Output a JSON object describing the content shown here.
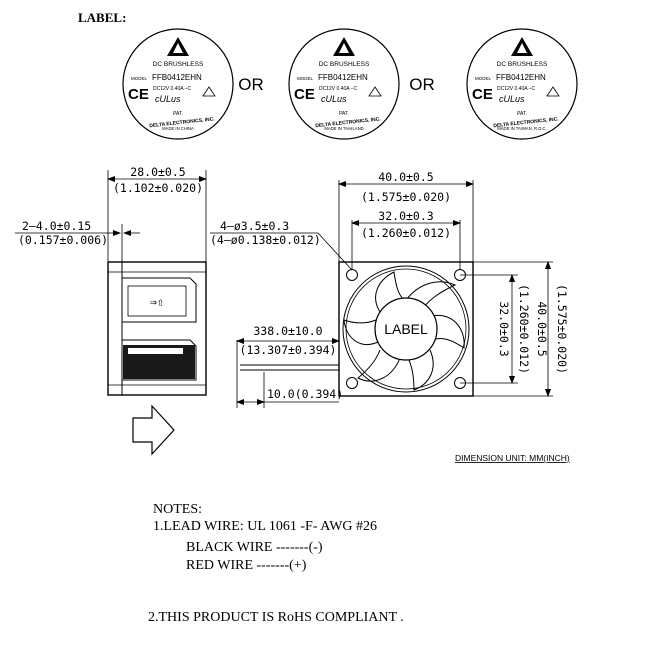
{
  "header": {
    "label_title": "LABEL:"
  },
  "labels": [
    {
      "line1": "DC BRUSHLESS",
      "model_prefix": "MODEL",
      "model": "FFB0412EHN",
      "rating": "DC12V  0.40A  –C",
      "pat": "PAT.",
      "maker": "DELTA ELECTRONICS, INC.",
      "origin": "MADE  IN  CHINA"
    },
    {
      "line1": "DC BRUSHLESS",
      "model_prefix": "MODEL",
      "model": "FFB0412EHN",
      "rating": "DC12V  0.40A  –C",
      "pat": "PAT.",
      "maker": "DELTA ELECTRONICS, INC.",
      "origin": "MADE  IN  THAILAND"
    },
    {
      "line1": "DC BRUSHLESS",
      "model_prefix": "MODEL",
      "model": "FFB0412EHN",
      "rating": "DC12V  0.40A  –C",
      "pat": "PAT.",
      "maker": "DELTA ELECTRONICS, INC.",
      "origin": "MADE  IN  TAIWAN, R.O.C."
    }
  ],
  "or_text": [
    "OR",
    "OR"
  ],
  "dimensions": {
    "depth": "28.0±0.5",
    "depth_in": "(1.102±0.020)",
    "flange": "2–4.0±0.15",
    "flange_in": "(0.157±0.006)",
    "holes": "4–ø3.5±0.3",
    "holes_in": "(4–ø0.138±0.012)",
    "width_outer": "40.0±0.5",
    "width_outer_in": "(1.575±0.020)",
    "width_inner": "32.0±0.3",
    "width_inner_in": "(1.260±0.012)",
    "height_inner": "32.0±0.3",
    "height_inner_in": "(1.260±0.012)",
    "height_outer": "40.0±0.5",
    "height_outer_in": "(1.575±0.020)",
    "wire_length": "338.0±10.0",
    "wire_length_in": "(13.307±0.394)",
    "strip": "10.0(0.394)",
    "fan_label": "LABEL",
    "unit": "DIMENSION UNIT: MM(INCH)"
  },
  "airflow_symbol": "⇒⇧",
  "notes": {
    "title": "NOTES:",
    "line1": "1.LEAD WIRE:  UL 1061 -F- AWG #26",
    "black": "BLACK WIRE -------(-)",
    "red": "RED WIRE -------(+)",
    "line2": "2.THIS PRODUCT IS RoHS COMPLIANT ."
  }
}
